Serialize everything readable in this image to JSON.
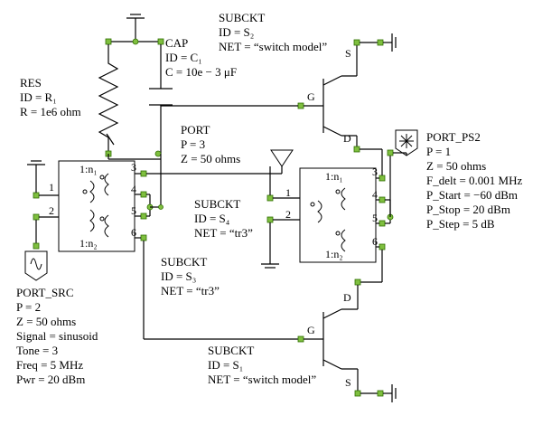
{
  "components": {
    "cap": {
      "lines": [
        "CAP",
        "ID = C₁",
        "C = 10e − 3 μF"
      ]
    },
    "res": {
      "lines": [
        "RES",
        "ID = R₁",
        "R = 1e6 ohm"
      ]
    },
    "subckt_s2": {
      "lines": [
        "SUBCKT",
        "ID = S₂",
        "NET = “switch model”"
      ]
    },
    "port3": {
      "lines": [
        "PORT",
        "P = 3",
        "Z = 50 ohms"
      ]
    },
    "port_ps2": {
      "lines": [
        "PORT_PS2",
        "P = 1",
        "Z = 50 ohms",
        "F_delt = 0.001 MHz",
        "P_Start = −60 dBm",
        "P_Stop = 20 dBm",
        "P_Step = 5 dB"
      ]
    },
    "subckt_s4": {
      "lines": [
        "SUBCKT",
        "ID = S₄",
        "NET = “tr3”"
      ]
    },
    "subckt_s3": {
      "lines": [
        "SUBCKT",
        "ID = S₃",
        "NET = “tr3”"
      ]
    },
    "port_src": {
      "lines": [
        "PORT_SRC",
        "P = 2",
        "Z = 50 ohms",
        "Signal = sinusoid",
        "Tone = 3",
        "Freq = 5 MHz",
        "Pwr = 20 dBm"
      ]
    },
    "subckt_s1": {
      "lines": [
        "SUBCKT",
        "ID = S₁",
        "NET = “switch model”"
      ]
    }
  },
  "pins": {
    "left_xfmr": {
      "p1": "1",
      "p2": "2",
      "p3": "3",
      "p4": "4",
      "p5": "5",
      "p6": "6",
      "n1": "1:n₁",
      "n2": "1:n₂"
    },
    "right_xfmr": {
      "p1": "1",
      "p2": "2",
      "p3": "3",
      "p4": "4",
      "p5": "5",
      "p6": "6",
      "n1": "1:n₁",
      "n2": "1:n₂"
    },
    "s2": {
      "g": "G",
      "d": "D",
      "s": "S"
    },
    "s1": {
      "g": "G",
      "d": "D",
      "s": "S"
    }
  }
}
